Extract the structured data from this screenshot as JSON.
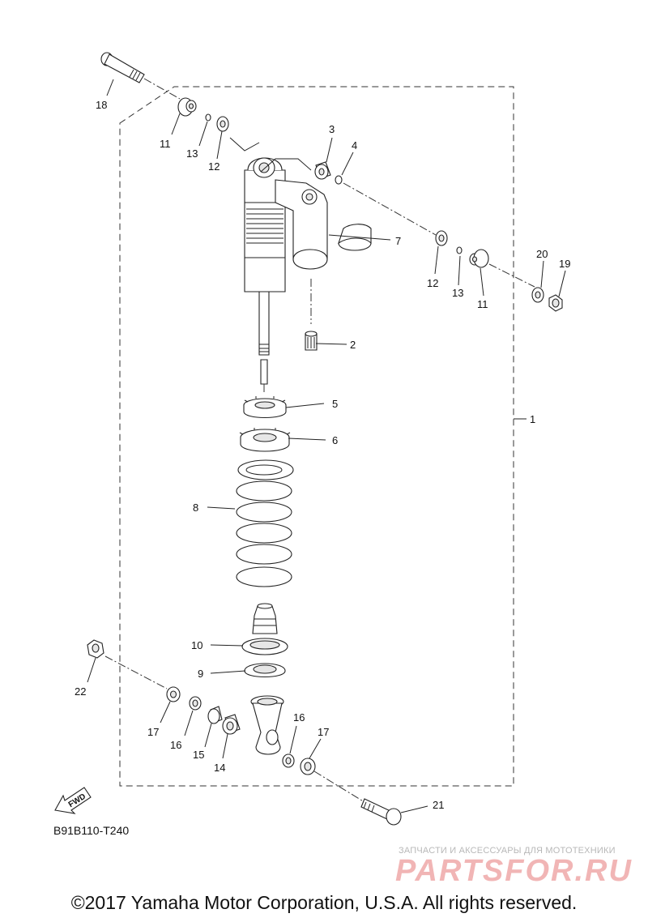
{
  "diagram": {
    "code": "B91B110-T240",
    "fwd_label": "FWD",
    "copyright": "©2017 Yamaha Motor Corporation, U.S.A. All rights reserved.",
    "watermark": {
      "tagline": "ЗАПЧАСТИ И АКСЕССУАРЫ ДЛЯ МОТОТЕХНИКИ",
      "logo": "PARTSFOR.RU"
    },
    "labels": {
      "p1": "1",
      "p2": "2",
      "p3": "3",
      "p4": "4",
      "p5": "5",
      "p6": "6",
      "p7": "7",
      "p8": "8",
      "p9": "9",
      "p10": "10",
      "p11a": "11",
      "p11b": "11",
      "p12a": "12",
      "p12b": "12",
      "p13a": "13",
      "p13b": "13",
      "p14": "14",
      "p15": "15",
      "p16a": "16",
      "p16b": "16",
      "p17a": "17",
      "p17b": "17",
      "p18": "18",
      "p19": "19",
      "p20": "20",
      "p21": "21",
      "p22": "22"
    }
  }
}
